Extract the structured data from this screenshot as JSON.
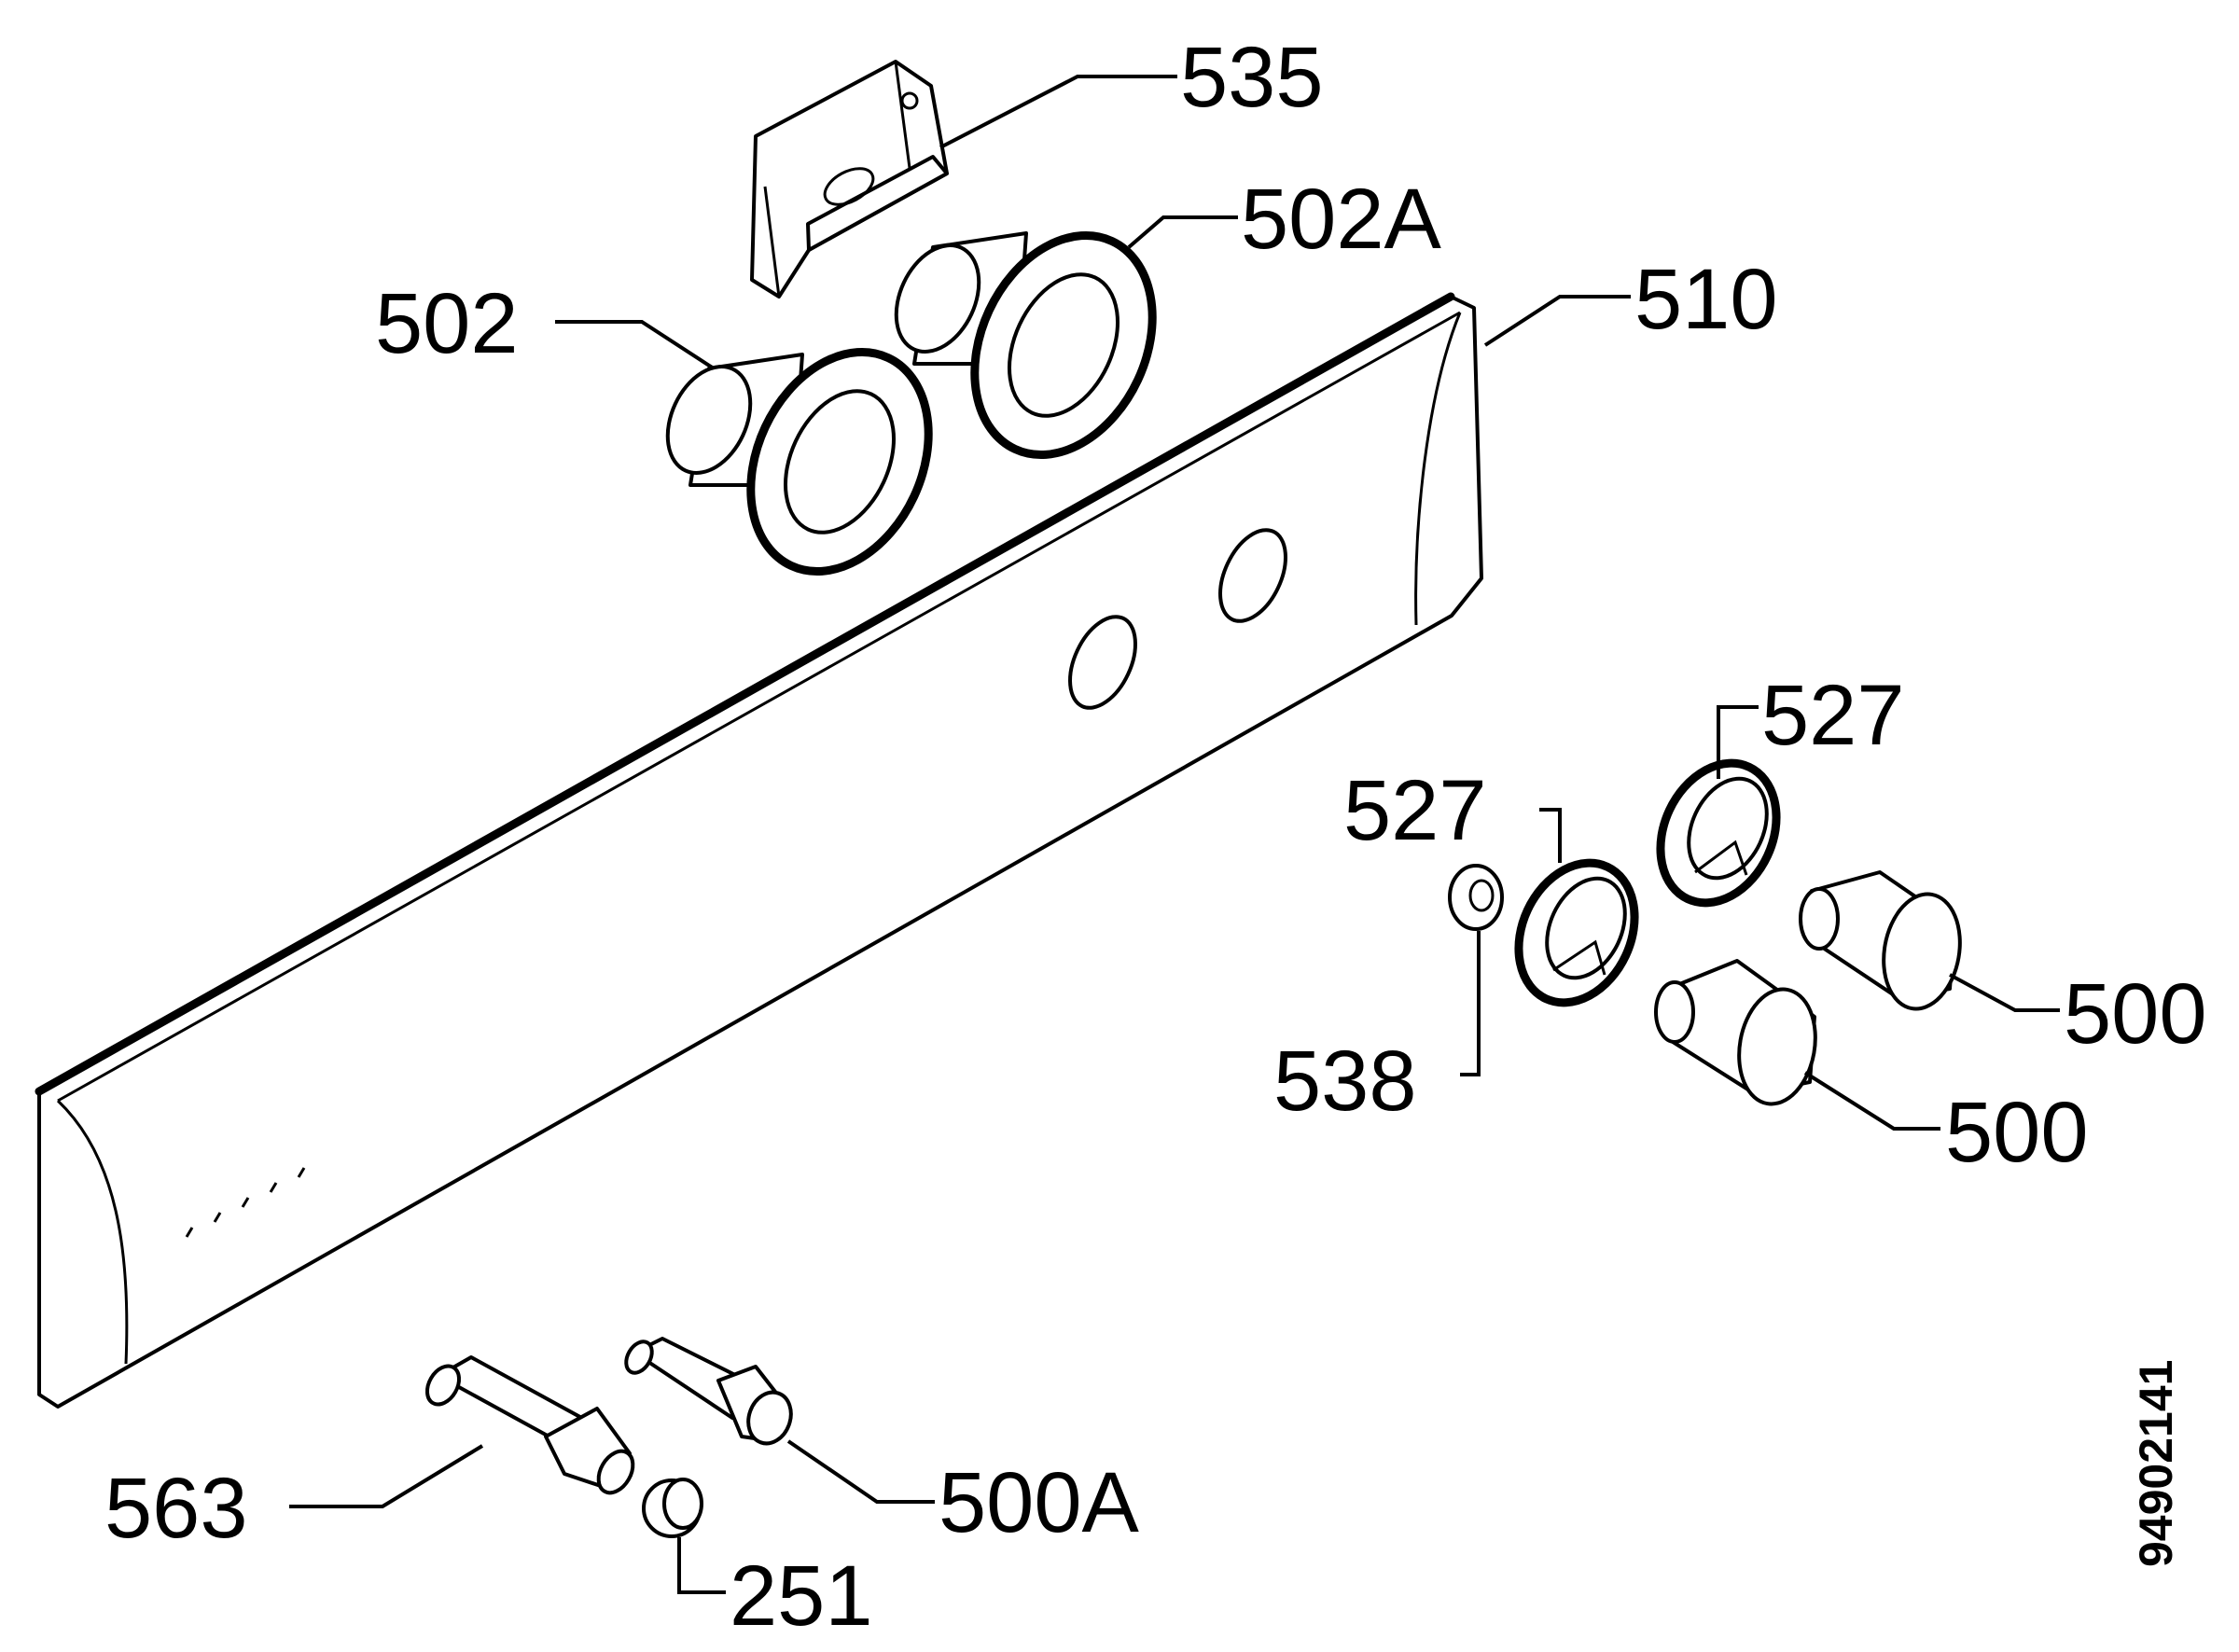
{
  "diagram": {
    "callouts": {
      "c535": "535",
      "c502a": "502A",
      "c502": "502",
      "c510": "510",
      "c527a": "527",
      "c527b": "527",
      "c538": "538",
      "c500a": "500",
      "c500b": "500",
      "c563": "563",
      "c500A": "500A",
      "c251": "251"
    },
    "document_number": "94902141"
  }
}
